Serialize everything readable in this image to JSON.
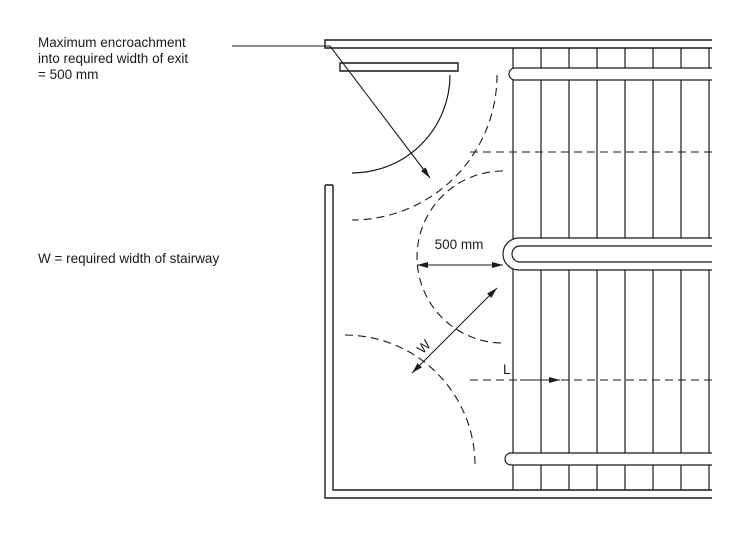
{
  "diagram": {
    "note": {
      "line1": "Maximum encroachment",
      "line2": "into required width of exit",
      "line3": "= 500 mm"
    },
    "legend": "W = required width of stairway",
    "dimensions": {
      "encroachment": "500 mm",
      "width_label": "W",
      "length_label": "L"
    },
    "colors": {
      "line": "#1a1a1a",
      "background": "#ffffff"
    }
  }
}
